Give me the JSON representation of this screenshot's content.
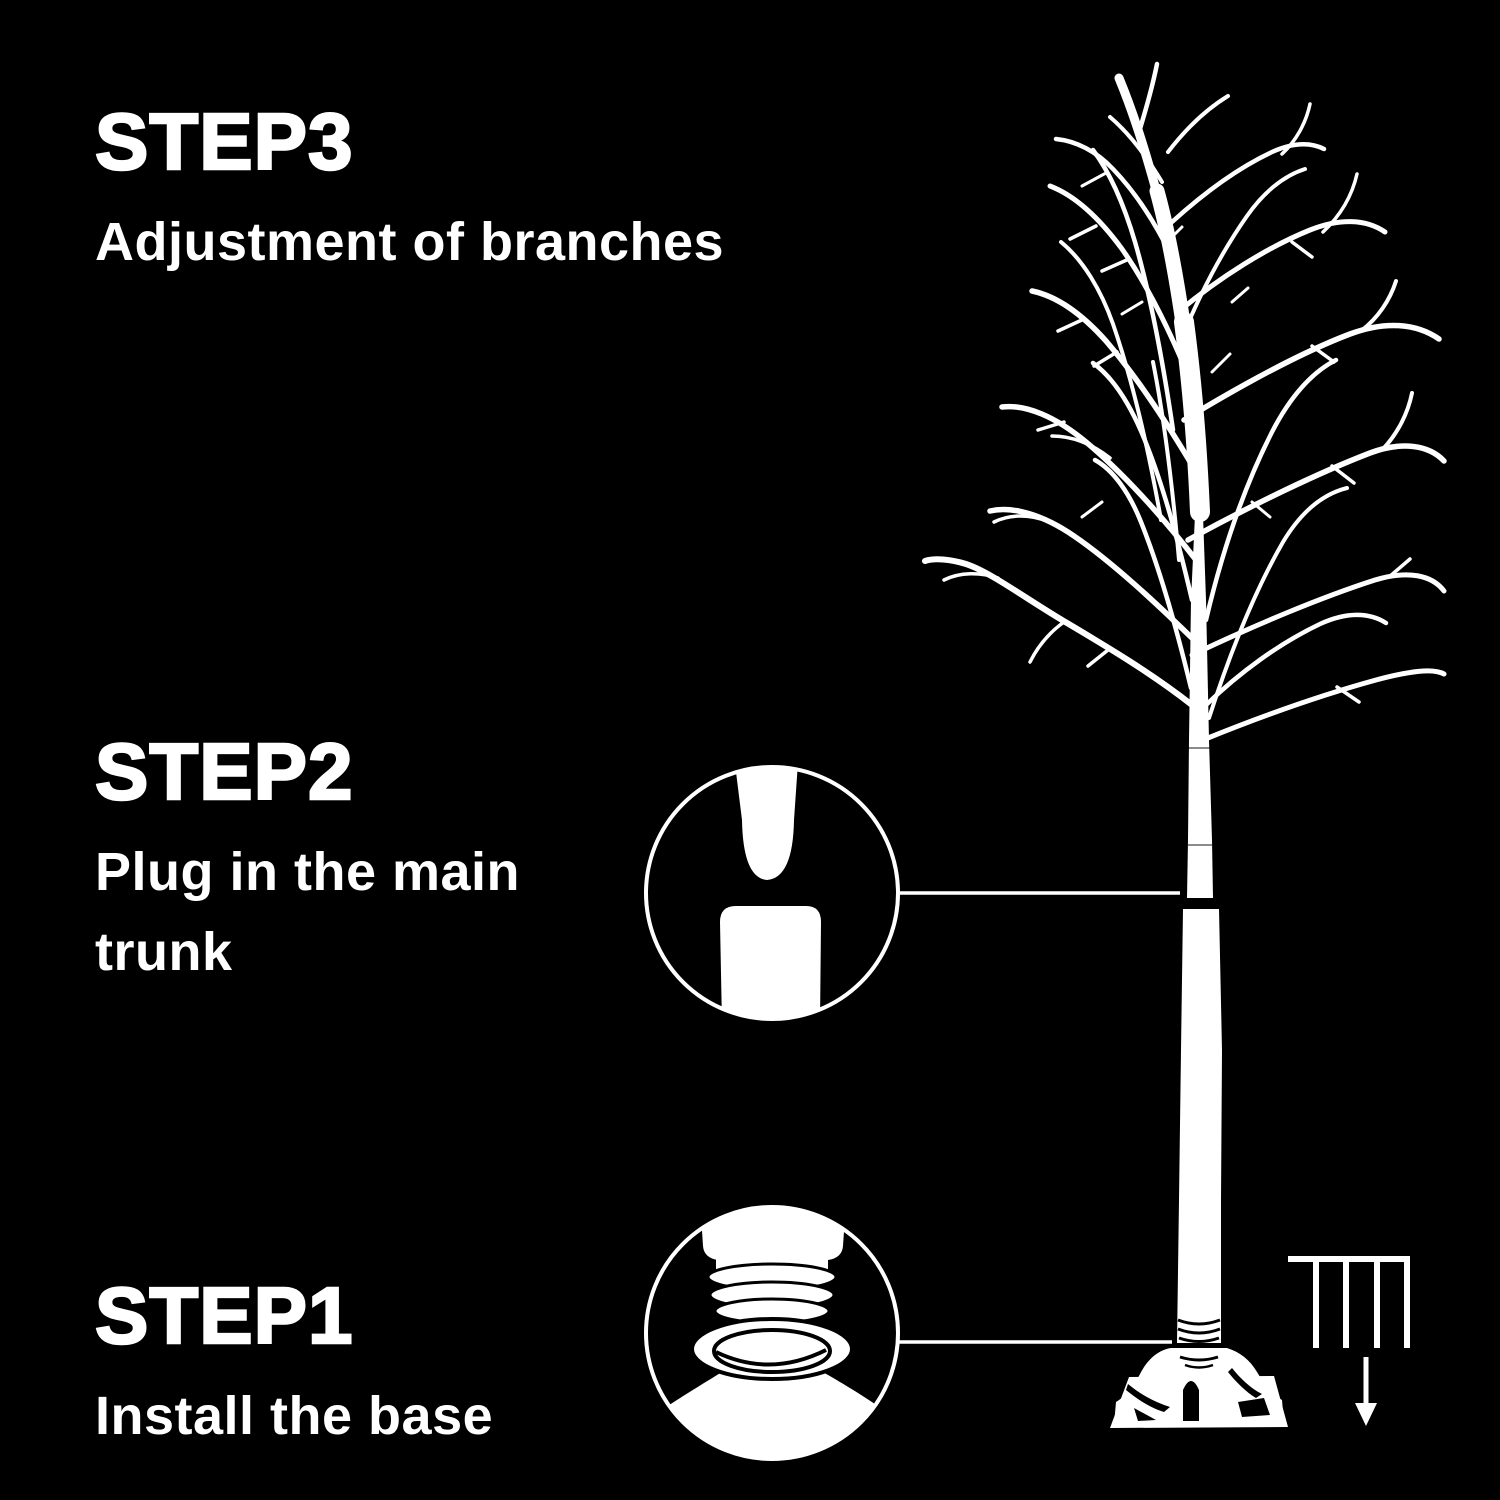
{
  "colors": {
    "background": "#000000",
    "ink": "#ffffff"
  },
  "steps": [
    {
      "title": "STEP3",
      "subtitle_lines": [
        "Adjustment of branches"
      ]
    },
    {
      "title": "STEP2",
      "subtitle_lines": [
        "Plug in the main",
        "trunk"
      ]
    },
    {
      "title": "STEP1",
      "subtitle_lines": [
        "Install the base"
      ]
    }
  ],
  "illustration": {
    "tree_icon": "white-birch-tree-icon",
    "trunk_joint_callout_icon": "zoom-circle-trunk-plug-icon",
    "base_callout_icon": "zoom-circle-base-socket-icon",
    "screws_icon": "screw-pins-icon",
    "arrow_icon": "down-arrow-icon"
  }
}
